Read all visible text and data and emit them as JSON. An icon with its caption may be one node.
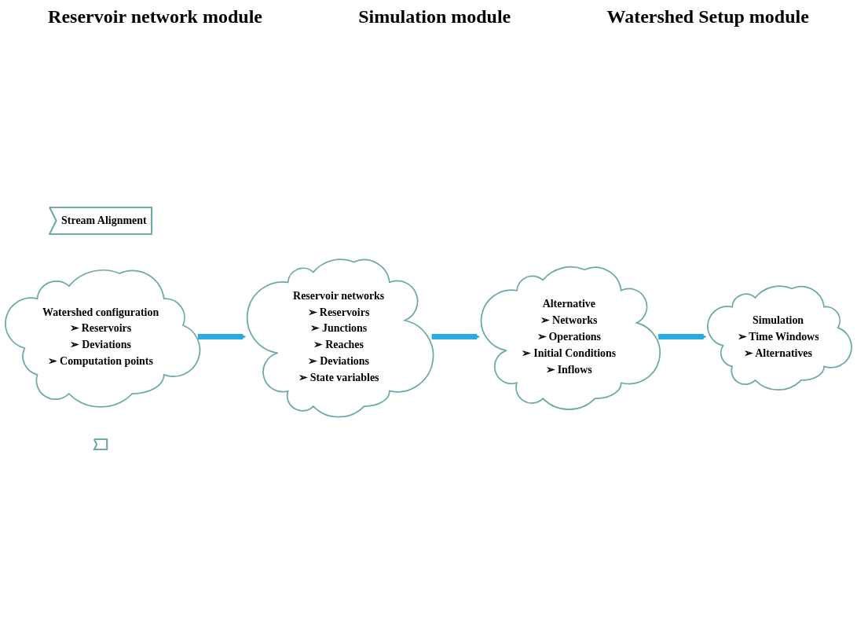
{
  "diagram": {
    "nodes": [
      {
        "text": [
          "Stream Alignment"
        ]
      },
      {
        "text": [
          "Watershed configuration",
          "➢ Reservoirs",
          "➢ Deviations",
          "➢ Computation points"
        ]
      },
      {
        "text": [],
        "shape": "callout"
      },
      {
        "text": [
          "Reservoir networks",
          "➢ Reservoirs",
          "➢ Junctions",
          "➢ Reaches",
          "➢ Deviations",
          "➢ State variables"
        ]
      },
      {
        "text": [
          "Alternative",
          "➢ Networks",
          "➢ Operations",
          "➢ Initial Conditions",
          "➢ Inflows"
        ]
      },
      {
        "text": [
          "Simulation",
          "➢ Time Windows",
          "➢ Alternatives"
        ]
      }
    ],
    "edges": [
      {
        "from": 1,
        "to": 3,
        "arrow": "to"
      },
      {
        "from": 3,
        "to": 4,
        "arrow": "to"
      },
      {
        "from": 4,
        "to": 5,
        "arrow": "to"
      }
    ],
    "labels": [
      "Reservoir network module",
      "Simulation module",
      "Watershed Setup module"
    ]
  }
}
